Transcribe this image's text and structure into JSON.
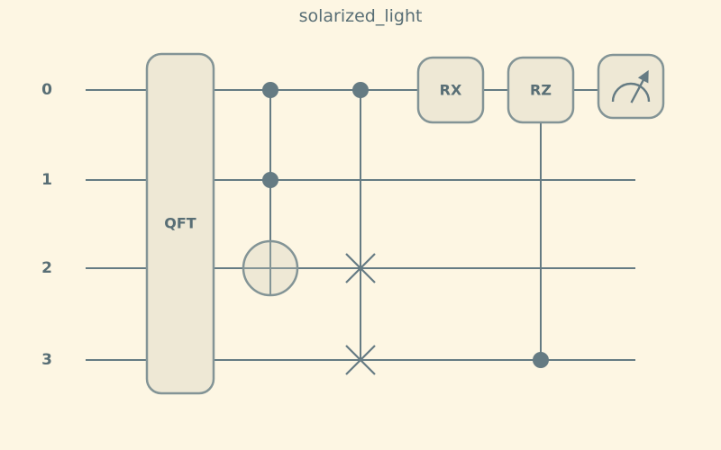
{
  "title": "solarized_light",
  "theme": {
    "background": "#fdf6e3",
    "wire_color": "#657b83",
    "gate_fill": "#eee8d5",
    "gate_border": "#839496",
    "label_color": "#586e75"
  },
  "qubits": [
    {
      "label": "0"
    },
    {
      "label": "1"
    },
    {
      "label": "2"
    },
    {
      "label": "3"
    }
  ],
  "gates": {
    "qft": {
      "label": "QFT"
    },
    "rx": {
      "label": "RX"
    },
    "rz": {
      "label": "RZ"
    }
  }
}
